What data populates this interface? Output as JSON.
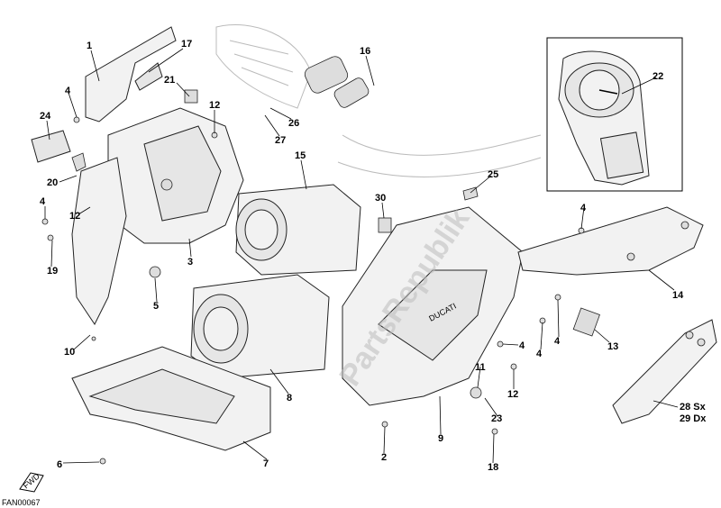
{
  "diagram": {
    "code": "FAN00067",
    "fwd_label": "FWD",
    "watermark": "PartsRepublik",
    "stamp_text": "DUCATI",
    "callouts": [
      {
        "id": "c1",
        "text": "1"
      },
      {
        "id": "c17",
        "text": "17"
      },
      {
        "id": "c4a",
        "text": "4"
      },
      {
        "id": "c21",
        "text": "21"
      },
      {
        "id": "c12a",
        "text": "12"
      },
      {
        "id": "c24",
        "text": "24"
      },
      {
        "id": "c16",
        "text": "16"
      },
      {
        "id": "c26",
        "text": "26"
      },
      {
        "id": "c27",
        "text": "27"
      },
      {
        "id": "c22",
        "text": "22"
      },
      {
        "id": "c15",
        "text": "15"
      },
      {
        "id": "c25",
        "text": "25"
      },
      {
        "id": "c20",
        "text": "20"
      },
      {
        "id": "c4b",
        "text": "4"
      },
      {
        "id": "c12b",
        "text": "12"
      },
      {
        "id": "c30",
        "text": "30"
      },
      {
        "id": "c19",
        "text": "19"
      },
      {
        "id": "c3",
        "text": "3"
      },
      {
        "id": "c4c",
        "text": "4"
      },
      {
        "id": "c5",
        "text": "5"
      },
      {
        "id": "c14",
        "text": "14"
      },
      {
        "id": "c10",
        "text": "10"
      },
      {
        "id": "c4d",
        "text": "4"
      },
      {
        "id": "c4e",
        "text": "4"
      },
      {
        "id": "c4f",
        "text": "4"
      },
      {
        "id": "c13",
        "text": "13"
      },
      {
        "id": "c8",
        "text": "8"
      },
      {
        "id": "c11",
        "text": "11"
      },
      {
        "id": "c12c",
        "text": "12"
      },
      {
        "id": "c23",
        "text": "23"
      },
      {
        "id": "c28",
        "text": "28 Sx"
      },
      {
        "id": "c29",
        "text": "29 Dx"
      },
      {
        "id": "c9",
        "text": "9"
      },
      {
        "id": "c2",
        "text": "2"
      },
      {
        "id": "c18",
        "text": "18"
      },
      {
        "id": "c6",
        "text": "6"
      },
      {
        "id": "c7",
        "text": "7"
      }
    ]
  }
}
